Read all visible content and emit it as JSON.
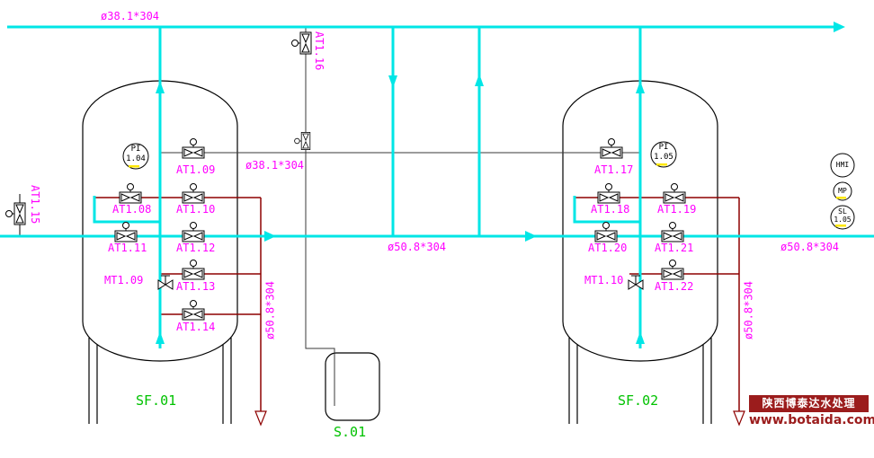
{
  "colors": {
    "cyan": "#00e6e6",
    "magenta": "#ff00ff",
    "maroon": "#8e0000",
    "green": "#00c200",
    "yellow": "#ffe800",
    "wmred": "#9b1c1c"
  },
  "drawing": {
    "pipe_labels": {
      "top_header": "ø38.1*304",
      "instrument_line": "ø38.1*304",
      "main_header": "ø50.8*304",
      "main_header_right": "ø50.8*304",
      "drain_left": "ø50.8*304",
      "drain_right": "ø50.8*304"
    },
    "valves": {
      "at108": "AT1.08",
      "at109": "AT1.09",
      "at110": "AT1.10",
      "at111": "AT1.11",
      "at112": "AT1.12",
      "at113": "AT1.13",
      "at114": "AT1.14",
      "at115": "AT1.15",
      "at116": "AT1.16",
      "at117": "AT1.17",
      "at118": "AT1.18",
      "at119": "AT1.19",
      "at120": "AT1.20",
      "at121": "AT1.21",
      "at122": "AT1.22",
      "mt109": "MT1.09",
      "mt110": "MT1.10"
    },
    "instruments": {
      "pi104": {
        "tag": "PI",
        "num": "1.04"
      },
      "pi105": {
        "tag": "PI",
        "num": "1.05"
      },
      "hmi": "HMI",
      "mp": "MP",
      "sl": {
        "tag": "SL",
        "num": "1.05"
      }
    },
    "equipment": {
      "filter_left": "SF.01",
      "filter_right": "SF.02",
      "tank": "S.01"
    }
  },
  "watermark": {
    "line1": "陕西博泰达水处理",
    "line2": "www.botaida.com"
  }
}
